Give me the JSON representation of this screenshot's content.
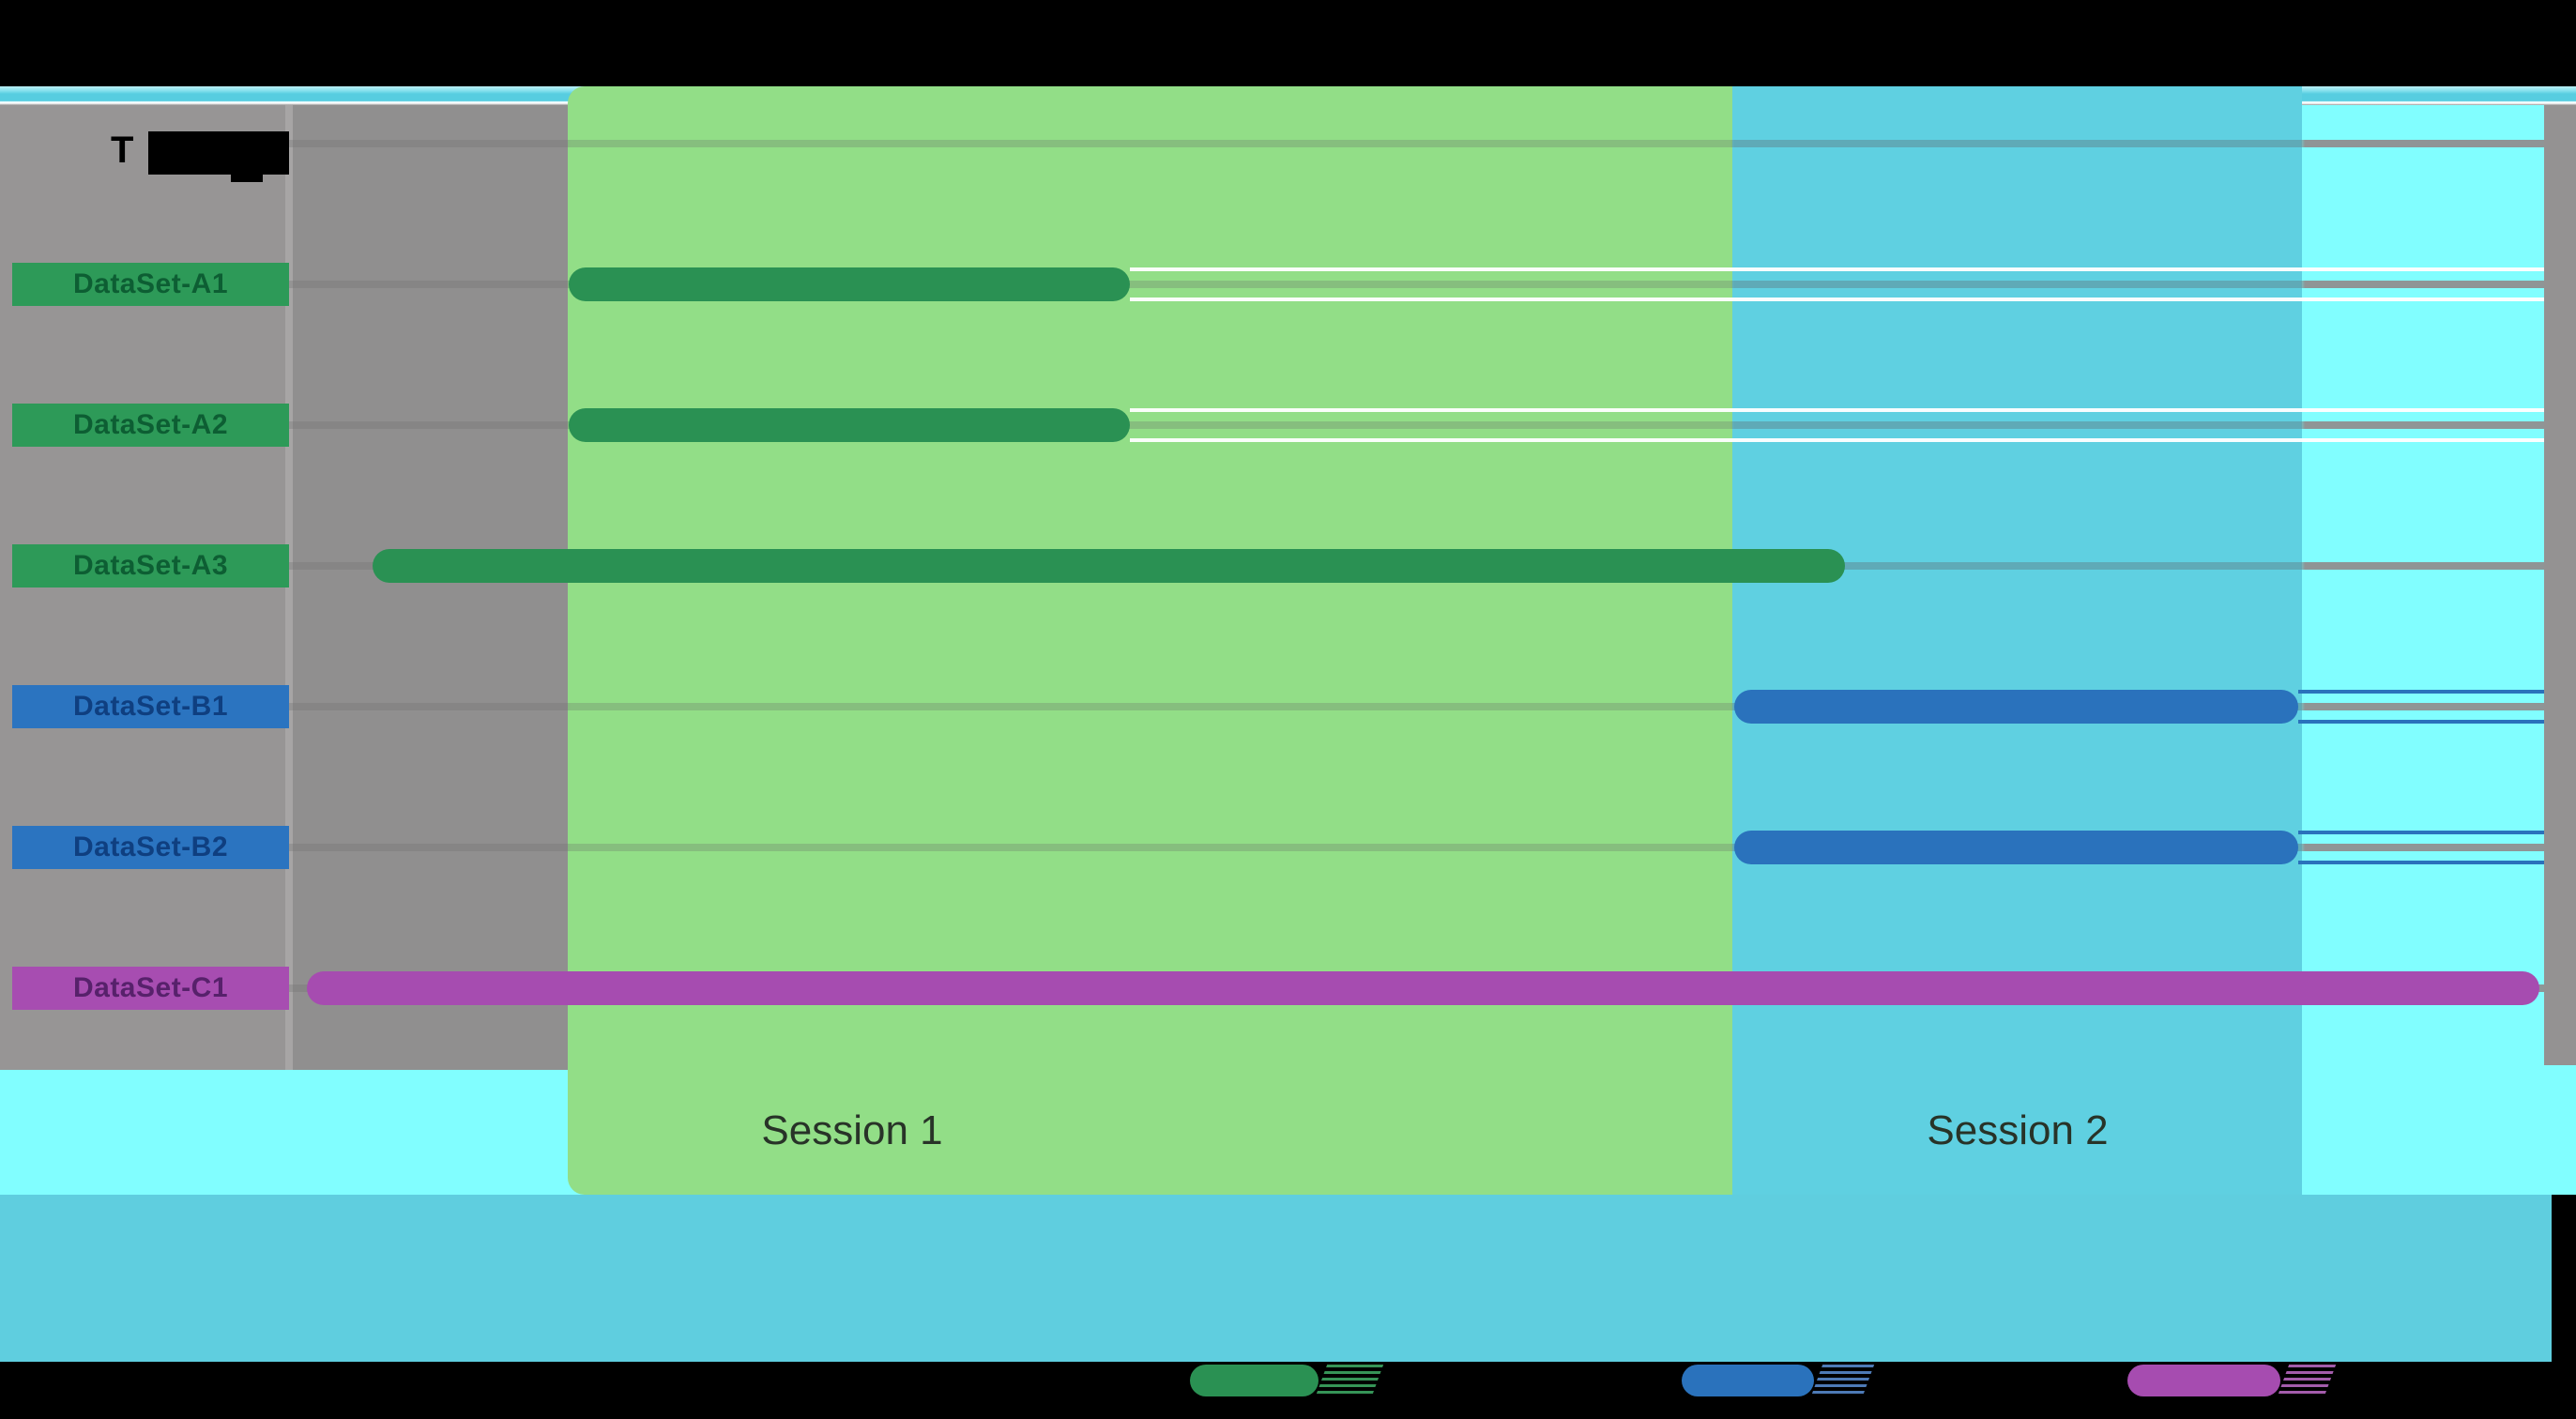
{
  "header": {
    "visible_text": "T",
    "note": "header label mostly covered by black redaction box"
  },
  "colors": {
    "page_background": "#000000",
    "plot_background_bright_cyan": "#81FEFF",
    "session1_band_green": "#92DE87",
    "session2_band_cyan": "#5FD0E1",
    "bottom_band_cyan": "#5FCEDF",
    "gray_gutter": "#979595",
    "gray_panel": "#908F8F",
    "green_series": "#2A9153",
    "blue_series": "#2A72BC",
    "purple_series": "#A64CB0",
    "gridline": "#8F9596"
  },
  "sessions": [
    {
      "label": "Session 1"
    },
    {
      "label": "Session 2"
    }
  ],
  "rows": [
    {
      "label": "DataSet-A1",
      "series": "green"
    },
    {
      "label": "DataSet-A2",
      "series": "green"
    },
    {
      "label": "DataSet-A3",
      "series": "green"
    },
    {
      "label": "DataSet-B1",
      "series": "blue"
    },
    {
      "label": "DataSet-B2",
      "series": "blue"
    },
    {
      "label": "DataSet-C1",
      "series": "purple"
    }
  ],
  "legend": {
    "items": [
      {
        "swatch_color": "#2A9153",
        "label": ""
      },
      {
        "swatch_color": "#2A72BC",
        "label": ""
      },
      {
        "swatch_color": "#A64CB0",
        "label": ""
      }
    ],
    "note": "legend text is black-on-black / redacted, only color pills visible"
  },
  "chart_data": {
    "type": "bar",
    "subtype": "gantt-timeline",
    "title": "",
    "xlabel": "",
    "ylabel": "",
    "x_units": "fraction of visible timeline width (no numeric axis shown)",
    "categories": [
      "DataSet-A1",
      "DataSet-A2",
      "DataSet-A3",
      "DataSet-B1",
      "DataSet-B2",
      "DataSet-C1"
    ],
    "series": [
      {
        "name": "DataSet-A1",
        "color": "#2A9153",
        "start": 0.124,
        "end": 0.373,
        "track_extension_to": 1.0
      },
      {
        "name": "DataSet-A2",
        "color": "#2A9153",
        "start": 0.124,
        "end": 0.373,
        "track_extension_to": 1.0
      },
      {
        "name": "DataSet-A3",
        "color": "#2A9153",
        "start": 0.037,
        "end": 0.69,
        "track_extension_to": null
      },
      {
        "name": "DataSet-B1",
        "color": "#2A72BC",
        "start": 0.641,
        "end": 0.891,
        "track_extension_to": 1.0
      },
      {
        "name": "DataSet-B2",
        "color": "#2A72BC",
        "start": 0.641,
        "end": 0.891,
        "track_extension_to": 1.0
      },
      {
        "name": "DataSet-C1",
        "color": "#A64CB0",
        "start": 0.008,
        "end": 0.998,
        "track_extension_to": null
      }
    ],
    "session_bands": [
      {
        "label": "Session 1",
        "start": 0.124,
        "end": 0.64,
        "color": "#92DE87"
      },
      {
        "label": "Session 2",
        "start": 0.64,
        "end": 0.893,
        "color": "#5FD0E1"
      }
    ],
    "grid": "horizontal row lines on",
    "legend_position": "bottom"
  }
}
